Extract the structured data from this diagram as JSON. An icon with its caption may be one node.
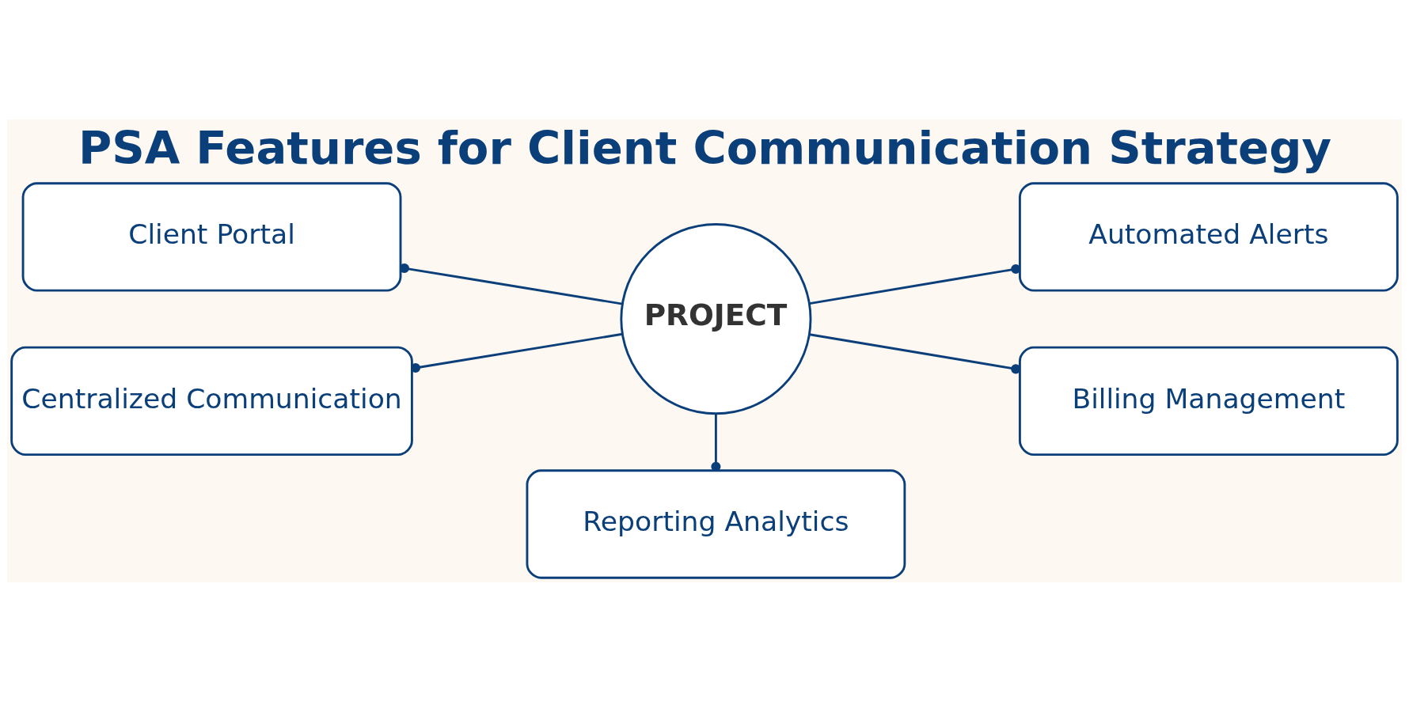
{
  "diagram": {
    "title": "PSA Features for Client Communication Strategy",
    "nodes": [
      {
        "text": [
          "Client Portal"
        ]
      },
      {
        "text": [
          "PROJECT"
        ]
      },
      {
        "text": [
          "Automated Alerts"
        ]
      },
      {
        "text": [
          "Centralized Communication"
        ]
      },
      {
        "text": [
          "Billing Management"
        ]
      },
      {
        "text": [
          "Reporting Analytics"
        ]
      }
    ],
    "edges": [
      {
        "from": 1,
        "to": 0,
        "arrow": "other"
      },
      {
        "from": 1,
        "to": 2,
        "arrow": "other"
      },
      {
        "from": 1,
        "to": 3,
        "arrow": "other"
      },
      {
        "from": 1,
        "to": 4,
        "arrow": "other"
      },
      {
        "from": 1,
        "to": 5,
        "arrow": "other"
      }
    ]
  }
}
